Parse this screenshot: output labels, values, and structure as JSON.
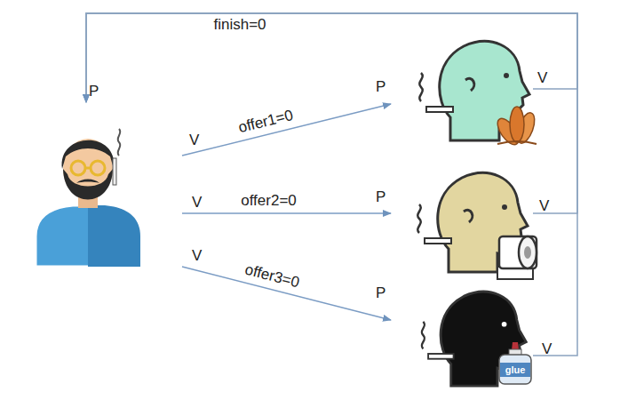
{
  "diagram": {
    "nodes": [
      {
        "text": [
          "P",
          "V",
          "V",
          "V"
        ]
      },
      {
        "text": [
          "P",
          "V"
        ]
      },
      {
        "text": [
          "P",
          "V"
        ]
      },
      {
        "text": [
          "P",
          "V"
        ]
      },
      {
        "text": [
          "glue"
        ],
        "in": 3
      }
    ],
    "edges": [
      {
        "from": 0,
        "to": 1,
        "arrow": "to",
        "label": "offer1=0"
      },
      {
        "from": 0,
        "to": 2,
        "arrow": "to",
        "label": "offer2=0"
      },
      {
        "from": 0,
        "to": 3,
        "arrow": "to",
        "label": "offer3=0"
      },
      {
        "from": 1,
        "to": 0,
        "arrow": "to",
        "label": "finish=0"
      },
      {
        "from": 2,
        "to": 0,
        "arrow": "to"
      },
      {
        "from": 3,
        "to": 0,
        "arrow": "to"
      }
    ]
  }
}
